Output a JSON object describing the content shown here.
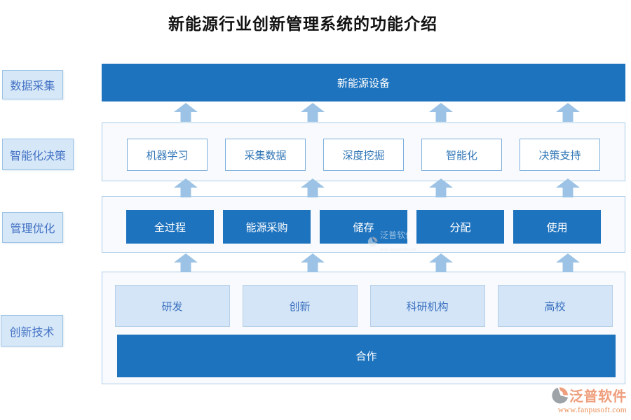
{
  "title": "新能源行业创新管理系统的功能介绍",
  "sidebar": {
    "items": [
      {
        "label": "数据采集"
      },
      {
        "label": "智能化决策"
      },
      {
        "label": "管理优化"
      },
      {
        "label": "创新技术"
      }
    ]
  },
  "diagram": {
    "top_bar": "新能源设备",
    "decision_row": {
      "items": [
        "机器学习",
        "采集数据",
        "深度挖掘",
        "智能化",
        "决策支持"
      ]
    },
    "management_row": {
      "items": [
        "全过程",
        "能源采购",
        "储存",
        "分配",
        "使用"
      ]
    },
    "innovation_row": {
      "items": [
        "研发",
        "创新",
        "科研机构",
        "高校"
      ],
      "bottom_bar": "合作"
    }
  },
  "watermark": {
    "text": "泛普软件",
    "subtext": "www.fanpusoft.com"
  },
  "logo": {
    "name": "泛普软件",
    "url": "www.fanpusoft.com"
  },
  "colors": {
    "primary_blue": "#1E73BE",
    "light_blue_fill": "#D3E5F7",
    "sidebar_fill": "#D6E8F8",
    "arrow_blue": "#9CC3E5",
    "container_bg": "#F8FAFD",
    "logo_salmon": "#EE9E7C"
  }
}
